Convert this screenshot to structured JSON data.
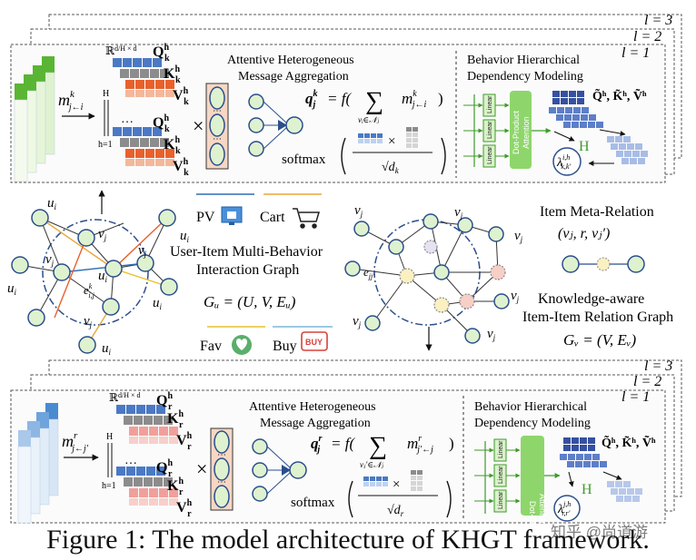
{
  "top_panel": {
    "layer_labels": [
      "l = 3",
      "l = 2",
      "l = 1"
    ],
    "message_label": "m",
    "message_sup": "k",
    "message_sub": "j←i",
    "dim_label": "ℝ",
    "dim_sup": "d/H × d",
    "sum_top": "H",
    "sum_bottom": "h=1",
    "ellipsis": "…",
    "q_label": "Q",
    "k_label": "K",
    "v_label": "V",
    "head_sup": "h",
    "head_sub": "k",
    "times": "×",
    "aggregation_title_1": "Attentive Heterogeneous",
    "aggregation_title_2": "Message Aggregation",
    "formula_lhs": "q",
    "formula_lhs_sup": "k",
    "formula_lhs_sub": "j",
    "formula_eq": "= f(",
    "formula_sum_sub": "vᵢ∈𝒩ⱼ",
    "formula_m": "m",
    "formula_m_sup": "k",
    "formula_m_sub": "j←i",
    "formula_close": ")",
    "softmax": "softmax",
    "sqrt_label": "√d",
    "sqrt_sub": "k",
    "dependency_title_1": "Behavior Hierarchical",
    "dependency_title_2": "Dependency Modeling",
    "linear": "Linear",
    "dot_attention_1": "Dot-Product",
    "dot_attention_2": "Attention",
    "qkv_label": "Q̃ʰ, K̃ʰ, Ṽʰ",
    "h_label": "H",
    "lambda_label": "λ",
    "lambda_sup": "i,h",
    "lambda_sub": "k,k′"
  },
  "middle": {
    "user_graph_title_1": "User-Item Multi-Behavior",
    "user_graph_title_2": "Interaction Graph",
    "user_graph_formula": "Gᵤ = (U, V, Eᵤ)",
    "u_label": "u",
    "u_sub": "i",
    "v_label": "v",
    "v_sub": "j",
    "edge_label": "e",
    "edge_sup": "k",
    "edge_sub": "i,j",
    "behaviors": [
      "PV",
      "Cart",
      "Fav",
      "Buy"
    ],
    "behavior_colors": [
      "#2f6db5",
      "#e8a73c",
      "#e8c130",
      "#7bb8d8"
    ],
    "buy_badge": "BUY",
    "item_v_prime": "e",
    "item_v_prime_sub": "jj′",
    "meta_relation_title": "Item Meta-Relation",
    "meta_relation_formula": "(vⱼ, r, vⱼ′)",
    "item_graph_title_1": "Knowledge-aware",
    "item_graph_title_2": "Item-Item Relation Graph",
    "item_graph_formula": "Gᵥ = (V, Eᵥ)"
  },
  "bottom_panel": {
    "layer_labels": [
      "l = 3",
      "l = 2",
      "l = 1"
    ],
    "message_label": "m",
    "message_sup": "r",
    "message_sub": "j←j′",
    "head_sub": "r",
    "formula_lhs_sup": "r",
    "formula_sum_sub": "vⱼ′∈𝒩ⱼ",
    "formula_m_sup": "r",
    "formula_m_sub": "j′←j",
    "sqrt_sub": "r",
    "lambda_sup": "j,h",
    "lambda_sub": "r,r′",
    "dot_attention_1": "Dot-Product",
    "dot_attention_2": "Attention"
  },
  "caption": "Figure 1: The model architecture of KHGT framework.",
  "watermark": "知乎 @尚道游",
  "colors": {
    "green_node": "#dff2cf",
    "node_stroke": "#2b4e8c",
    "q_block": "#4b79c4",
    "k_block": "#8a8a8a",
    "v_block": "#e8612c",
    "linear_box": "#d9f2c9",
    "attention_box": "#8ed66b",
    "yellow_node": "#fbf0c2",
    "pink_node": "#f6cfc6"
  }
}
